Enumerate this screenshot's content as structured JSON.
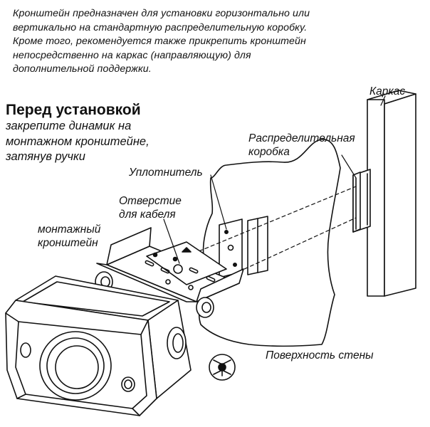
{
  "intro": {
    "lines": [
      "Кронштейн предназначен для установки горизонтально или",
      "вертикально на стандартную распределительную коробку.",
      "Кроме того, рекомендуется также прикрепить кронштейн",
      "непосредственно на каркас (направляющую) для",
      "дополнительной поддержки."
    ]
  },
  "before": {
    "heading": "Перед установкой",
    "lines": [
      "закрепите динамик на",
      "монтажном кронштейне,",
      "затянув ручки"
    ]
  },
  "labels": {
    "frame": "Каркас",
    "junction_box": [
      "Распределительная",
      "коробка"
    ],
    "gasket": "Уплотнитель",
    "cable_hole": [
      "Отверстие",
      "для кабеля"
    ],
    "bracket": [
      "монтажный",
      "кронштейн"
    ],
    "wall_surface": "Поверхность стены"
  }
}
